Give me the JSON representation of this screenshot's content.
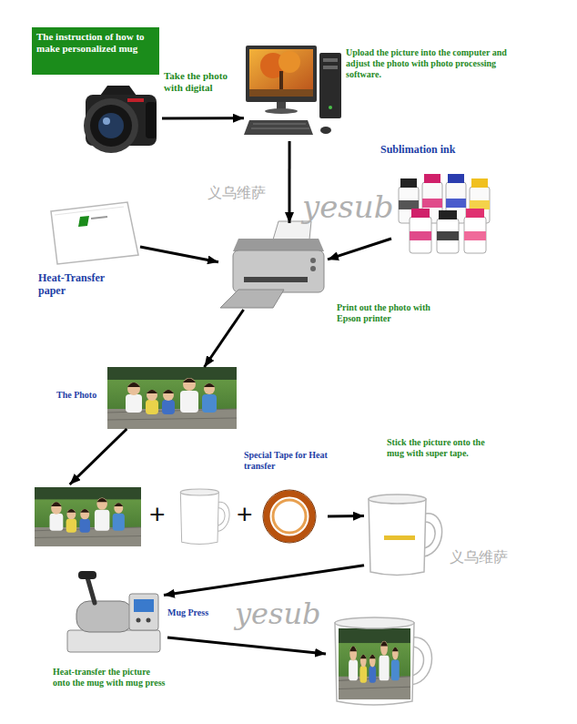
{
  "diagram": {
    "title": "The instruction of how to make personalized mug",
    "nodes": [
      {
        "text": [
          "Take the photo with digital"
        ]
      },
      {
        "text": [
          "Upload the picture into the computer and adjust the photo with photo processing software."
        ]
      },
      {
        "text": [
          "Sublimation ink"
        ]
      },
      {
        "text": [
          "Heat-Transfer paper"
        ]
      },
      {
        "text": [
          "Print out the photo with Epson printer"
        ]
      },
      {
        "text": [
          "The Photo"
        ]
      },
      {
        "text": [
          "Special Tape for Heat transfer"
        ]
      },
      {
        "text": [
          "Stick the picture onto the mug with super tape."
        ]
      },
      {
        "text": [
          "Mug Press",
          "Heat-transfer the picture onto the mug with mug press"
        ]
      }
    ],
    "edges": [
      {
        "from": 0,
        "to": 1,
        "arrow": "to"
      },
      {
        "from": 1,
        "to": 4,
        "arrow": "to"
      },
      {
        "from": 2,
        "to": 4,
        "arrow": "to"
      },
      {
        "from": 3,
        "to": 4,
        "arrow": "to"
      },
      {
        "from": 4,
        "to": 5,
        "arrow": "to"
      },
      {
        "from": 5,
        "to": 6,
        "arrow": "to"
      },
      {
        "from": 6,
        "to": 7,
        "arrow": "to"
      },
      {
        "from": 7,
        "to": 8,
        "arrow": "to"
      }
    ],
    "labels": [
      "义乌维萨",
      "yesub",
      "义乌维萨",
      "yesub",
      "+",
      "+"
    ]
  }
}
